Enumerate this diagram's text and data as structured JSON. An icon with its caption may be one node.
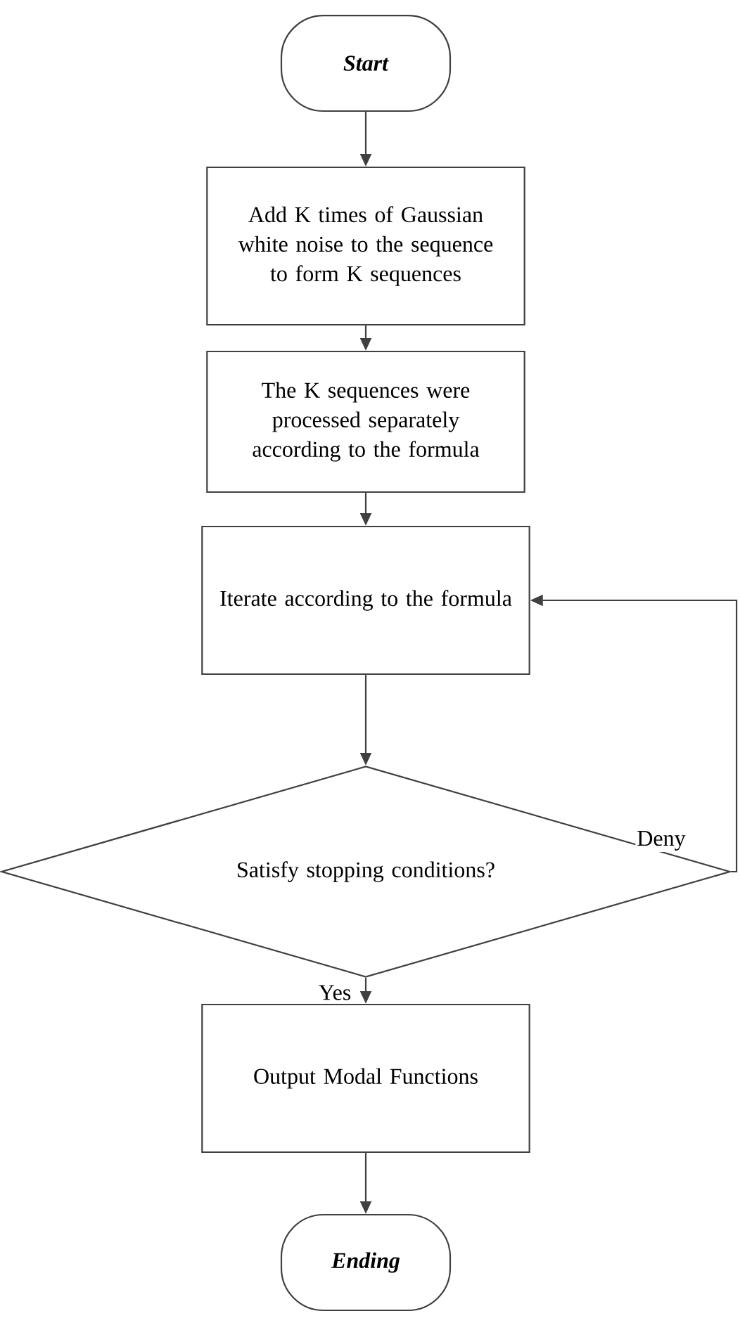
{
  "diagram": {
    "nodes": [
      {
        "text": [
          "Start"
        ]
      },
      {
        "text": [
          "Add K times of Gaussian white noise to the sequence to form K sequences"
        ]
      },
      {
        "text": [
          "The K sequences were processed separately according to the formula"
        ]
      },
      {
        "text": [
          "Iterate according to the formula"
        ]
      },
      {
        "text": [
          "Satisfy stopping conditions?"
        ]
      },
      {
        "text": [
          "Output Modal Functions"
        ]
      },
      {
        "text": [
          "Ending"
        ]
      }
    ],
    "edges": [
      {
        "from": 0,
        "to": 1,
        "arrow": "to"
      },
      {
        "from": 1,
        "to": 2,
        "arrow": "to"
      },
      {
        "from": 2,
        "to": 3,
        "arrow": "to"
      },
      {
        "from": 3,
        "to": 4,
        "arrow": "to"
      },
      {
        "from": 4,
        "to": 5,
        "arrow": "to",
        "label": "Yes"
      },
      {
        "from": 5,
        "to": 6,
        "arrow": "to"
      },
      {
        "from": 4,
        "to": 3,
        "arrow": "to",
        "label": "Deny"
      }
    ]
  }
}
